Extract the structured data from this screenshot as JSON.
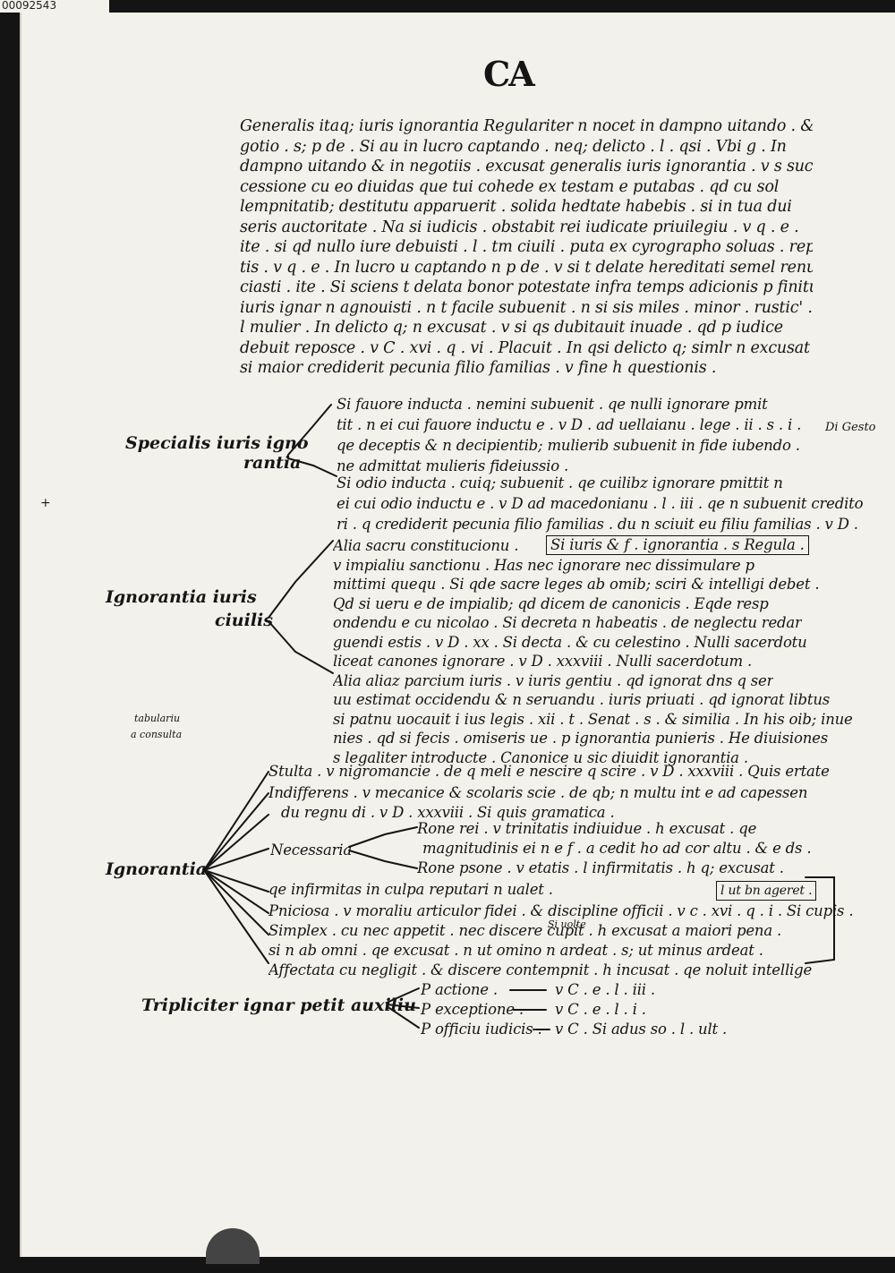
{
  "corner_id": "00092543",
  "folio": "CA",
  "top_block": [
    "Generalis itaq; iuris ignorantia Regulariter n nocet in dampno uitando . & ine",
    "gotio . s; p de . Si au in lucro captando . neq; delicto . l . qsi . Vbi g . In",
    "dampno uitando & in negotiis . excusat generalis iuris ignorantia . v s suc",
    "cessione cu eo diuidas que tui cohede ex testam e putabas . qd cu sol",
    "lempnitatib; destitutu apparuerit . solida hedtate habebis . si in tua dui",
    "seris auctoritate . Na si iudicis . obstabit rei iudicate priuilegiu . v q . e .",
    "ite . si qd nullo iure debuisti . l . tm ciuili . puta ex cyrographo soluas . repe",
    "tis . v q . e . In lucro u captando n p de . v si t delate hereditati semel renun",
    "ciasti . ite . Si sciens t delata bonor potestate infra temps adicionis p finitu .",
    "iuris ignar n agnouisti . n t facile subuenit . n si sis miles . minor . rustic' .",
    "l mulier . In delicto q; n excusat . v si qs dubitauit inuade . qd p iudice",
    "debuit reposce . v C . xvi . q . vi . Placuit . In qsi delicto q; simlr n excusat . v",
    "si maior crediderit pecunia filio familias . v fine h questionis ."
  ],
  "specialis": {
    "label_line1": "Specialis iuris igno",
    "label_line2": "rantia",
    "branch_a": [
      "Si fauore inducta . nemini subuenit . qe nulli ignorare pmit",
      "tit . n ei cui fauore inductu e . v D . ad uellaianu . lege . ii . s . i .",
      "qe deceptis & n decipientib; mulierib subuenit in fide iubendo .",
      "ne admittat mulieris fideiussio ."
    ],
    "branch_b": [
      "Si odio inducta . cuiq; subuenit . qe cuilibz ignorare pmittit n",
      "ei cui odio inductu e . v D ad macedonianu . l . iii . qe n subuenit credito",
      "ri . q crediderit pecunia filio familias . du n sciuit eu filiu familias . v D ."
    ],
    "margin_note": "Di Gesto"
  },
  "ignorantia_iuris": {
    "label_line1": "Ignorantia iuris",
    "label_line2": "ciuilis",
    "boxed_note": "Si iuris & f . ignorantia . s Regula .",
    "lines": [
      "Alia sacru constitucionu .",
      "v impialiu sanctionu . Has nec ignorare nec dissimulare p",
      "mittimi quequ . Si qde sacre leges ab omib; sciri & intelligi debet .",
      "Qd si ueru e de impialib; qd dicem de canonicis . Eqde resp",
      "ondendu e cu nicolao . Si decreta n habeatis . de neglectu redar",
      "guendi estis . v D . xx . Si decta . & cu celestino . Nulli sacerdotu",
      "liceat canones ignorare . v D . xxxviii . Nulli sacerdotum .",
      "Alia aliaz parcium iuris . v iuris gentiu . qd ignorat dns q ser",
      "uu estimat occidendu & n seruandu . iuris priuati . qd ignorat libtus",
      "si patnu uocauit i ius legis . xii . t . Senat . s . & similia . In his oib; inue",
      "nies . qd si fecis . omiseris ue . p ignorantia punieris . He diuisiones",
      "s legaliter introducte . Canonice u sic diuidit ignorantia ."
    ]
  },
  "left_notes": [
    "tabulariu",
    "a consulta"
  ],
  "ignorantia": {
    "label": "Ignorantia",
    "lines": [
      "Stulta . v nigromancie . de q meli e nescire q scire . v D . xxxviii . Quis ertate",
      "Indifferens . v mecanice & scolaris scie . de qb; n multu int e ad capessen",
      "du regnu di . v D . xxxviii . Si quis gramatica .",
      "Rone rei . v trinitatis indiuidue . h excusat . qe",
      "magnitudinis ei n e f . a cedit ho ad cor altu . & e ds .",
      "Rone psone . v etatis . l infirmitatis . h q; excusat .",
      "qe infirmitas in culpa reputari n ualet .",
      "Pniciosa . v moraliu articulor fidei . & discipline officii . v c . xvi . q . i . Si cupis .",
      "Simplex . cu nec appetit . nec discere cupit . h excusat a maiori pena .",
      "si n ab omni . qe excusat . n ut omino n ardeat . s; ut minus ardeat .",
      "Affectata cu negligit . & discere contempnit . h incusat . qe noluit intellige"
    ],
    "necessaria_label": "Necessaria",
    "boxed_note": "l ut bn ageret .",
    "insert_note": "Si uolte"
  },
  "tripliciter": {
    "label": "Tripliciter ignar petit auxiliu",
    "rows": [
      {
        "term": "P actione .",
        "ref": "v C . e . l . iii ."
      },
      {
        "term": "P exceptione .",
        "ref": "v C . e . l . i ."
      },
      {
        "term": "P officiu iudicis .",
        "ref": "v C . Si adus so . l . ult ."
      }
    ]
  }
}
